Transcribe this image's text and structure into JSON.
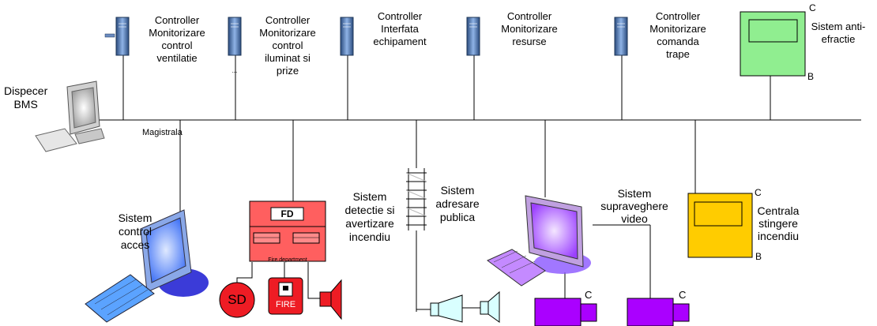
{
  "bus_label": "Magistrala",
  "dispatcher": {
    "label_lines": [
      "Dispecer",
      "BMS"
    ]
  },
  "top_controllers": [
    {
      "lines": [
        "Controller",
        "Monitorizare",
        "control",
        "ventilatie"
      ]
    },
    {
      "lines": [
        "Controller",
        "Monitorizare",
        "control",
        "iluminat si",
        "prize"
      ]
    },
    {
      "lines": [
        "Controller",
        "Interfata",
        "echipament"
      ]
    },
    {
      "lines": [
        "Controller",
        "Monitorizare",
        "resurse"
      ]
    },
    {
      "lines": [
        "Controller",
        "Monitorizare",
        "comanda",
        "trape"
      ]
    }
  ],
  "anti_efractie": {
    "lines": [
      "Sistem anti-",
      "efractie"
    ],
    "corner_top": "C",
    "corner_bottom": "B"
  },
  "access_control": {
    "lines": [
      "Sistem",
      "control",
      "acces"
    ]
  },
  "fire_detection": {
    "lines": [
      "Sistem",
      "detectie si",
      "avertizare",
      "incendiu"
    ],
    "panel_label": "FD",
    "panel_caption": "Fire department",
    "smoke_detector_label": "SD",
    "fire_button_label": "FIRE"
  },
  "public_address": {
    "lines": [
      "Sistem",
      "adresare",
      "publica"
    ]
  },
  "video": {
    "lines": [
      "Sistem",
      "supraveghere",
      "video"
    ],
    "camera_label": "C"
  },
  "extinguishing": {
    "lines": [
      "Centrala",
      "stingere",
      "incendiu"
    ],
    "corner_top": "C",
    "corner_bottom": "B"
  },
  "colors": {
    "line": "#000000",
    "anti_efractie_fill": "#90ee90",
    "extinguish_fill": "#ffcc00",
    "fire_panel_fill": "#ff5f5f",
    "fire_red": "#ee1c24",
    "camera_fill": "#aa00ff",
    "speaker_fill": "#d9ffff",
    "monitor_blue": "#4a7bff",
    "monitor_purple": "#9b55ff",
    "server_body": "#5b7fb3"
  }
}
